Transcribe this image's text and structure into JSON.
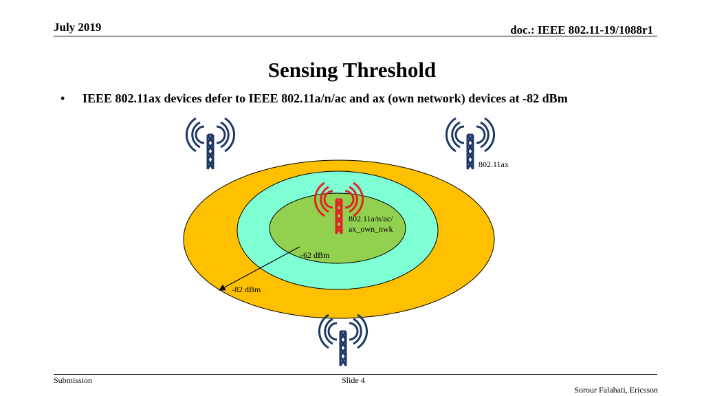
{
  "header": {
    "date": "July 2019",
    "doc": "doc.: IEEE 802.11-19/1088r1"
  },
  "title": "Sensing Threshold",
  "bullets": [
    {
      "marker": "•",
      "text": "IEEE 802.11ax devices defer to IEEE 802.11a/n/ac and ax (own network) devices at -82 dBm"
    }
  ],
  "diagram": {
    "labels": {
      "ax_device": "802.11ax",
      "own_network_line1": "802.11a/n/ac/",
      "own_network_line2": "ax_own_nwk",
      "inner_threshold": "-62 dBm",
      "outer_threshold": "-82 dBm"
    },
    "colors": {
      "outer_zone": "#FFC000",
      "middle_zone": "#7FFFD4",
      "inner_zone": "#92D050",
      "ax_antenna": "#1F3864",
      "own_network_antenna": "#E32222"
    },
    "icons": [
      "antenna-tower-icon"
    ]
  },
  "footer": {
    "left": "Submission",
    "center": "Slide 4",
    "right": "Sorour Falahati, Ericsson"
  }
}
